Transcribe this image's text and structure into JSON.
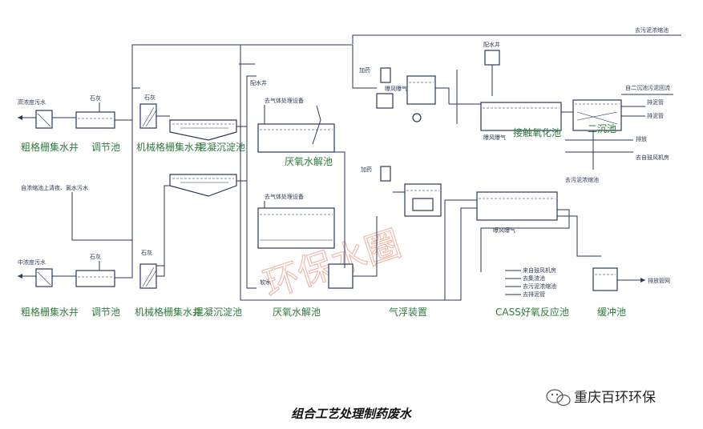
{
  "units": {
    "coarse_screen_well_1": "粗格栅集水井",
    "equalization_1": "调节池",
    "mech_screen_1": "机械格栅集水井",
    "sed_1": "混凝沉淀池",
    "coarse_screen_well_2": "粗格栅集水井",
    "equalization_2": "调节池",
    "mech_screen_2": "机械格栅集水井",
    "sed_2": "混凝沉淀池",
    "anaerobic_1": "厌氧水解池",
    "anaerobic_2": "厌氧水解池",
    "air_flotation": "气浮装置",
    "cass": "CASS好氧反应池",
    "buffer": "缓冲池",
    "contact_ox": "接触氧化池",
    "secondary_sed": "二沉池"
  },
  "streams": {
    "high_conc": "高浓度污水",
    "mid_conc": "中浓度污水",
    "low_conc": "自浓缩池上清夜、氯水污水",
    "lime_1": "石灰",
    "lime_2": "石灰",
    "lime_3": "石灰",
    "lime_4": "石灰",
    "dosing_1": "配水井",
    "dosing_2": "配水井",
    "gas_1": "去气体处理设备",
    "gas_2": "去气体处理设备",
    "sludge_top": "去污泥浓缩池",
    "sludge_return": "自二沉池污泥回流",
    "drain_1": "排泥管",
    "drain_2": "排泥管",
    "reuse": "排放",
    "blower_1": "去自鼓风机房",
    "sludge_conc": "去污泥浓缩池",
    "air_label_1": "曝风曝气",
    "air_label_2": "曝风曝气",
    "chem_1": "加药",
    "chem_2": "加药",
    "legend_a": "来自鼓风机房",
    "legend_b": "去集渣池",
    "legend_c": "去污泥浓缩池",
    "legend_d": "去排泥管",
    "discharge": "排放管网",
    "soft_water": "软水"
  },
  "watermark": "环保水圈",
  "caption": "组合工艺处理制药废水",
  "brand": "重庆百环环保",
  "brand_icon": "wechat-icon"
}
